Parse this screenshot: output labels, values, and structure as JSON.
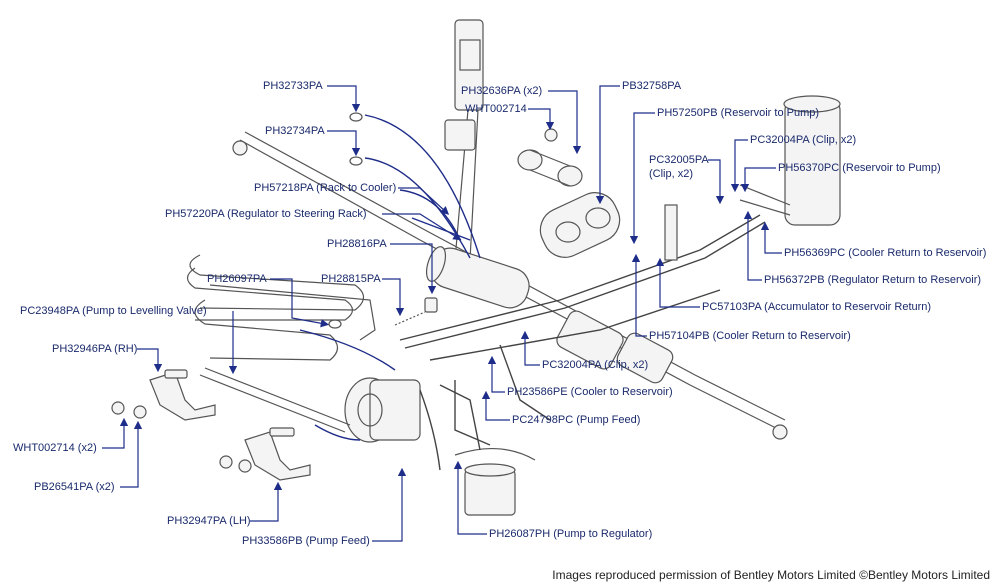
{
  "labels": {
    "ph32733pa": "PH32733PA",
    "ph32734pa": "PH32734PA",
    "ph57218pa": "PH57218PA (Rack to Cooler)",
    "ph57220pa": "PH57220PA (Regulator to Steering Rack)",
    "ph28816pa": "PH28816PA",
    "ph26097pa": "PH26097PA",
    "ph28815pa": "PH28815PA",
    "pc23948pa": "PC23948PA (Pump to Levelling Valve)",
    "ph32946pa": "PH32946PA (RH)",
    "wht002714_x2": "WHT002714 (x2)",
    "pb26541pa": "PB26541PA (x2)",
    "ph32947pa": "PH32947PA (LH)",
    "ph33586pb": "PH33586PB (Pump Feed)",
    "ph32636pa": "PH32636PA (x2)",
    "wht002714": "WHT002714",
    "pb32758pa": "PB32758PA",
    "ph57250pb": "PH57250PB (Reservoir to Pump)",
    "pc32005pa": "PC32005PA",
    "pc32005pa_sub": "(Clip, x2)",
    "pc32004pa_top": "PC32004PA (Clip, x2)",
    "ph56370pc": "PH56370PC (Reservoir to Pump)",
    "ph56369pc": "PH56369PC (Cooler Return to Reservoir)",
    "ph56372pb": "PH56372PB (Regulator Return to Reservoir)",
    "pc57103pa": "PC57103PA (Accumulator to Reservoir Return)",
    "ph57104pb": "PH57104PB (Cooler Return to Reservoir)",
    "pc32004pa_mid": "PC32004PA (Clip, x2)",
    "ph23586pe": "PH23586PE (Cooler to Reservoir)",
    "pc24798pc": "PC24798PC (Pump Feed)",
    "ph26087ph": "PH26087PH (Pump to Regulator)"
  },
  "credit": "Images reproduced permission of Bentley Motors Limited ©Bentley Motors Limited"
}
